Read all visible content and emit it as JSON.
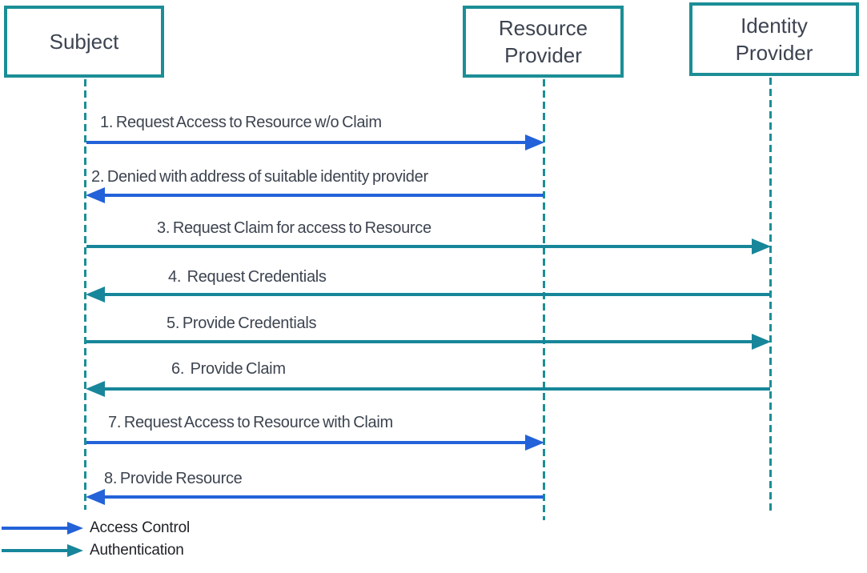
{
  "actors": [
    {
      "name": "Subject"
    },
    {
      "name": "Resource Provider"
    },
    {
      "name": "Identity Provider"
    }
  ],
  "messages": [
    {
      "label": "1. Request Access to Resource w/o Claim",
      "from": "Subject",
      "to": "Resource Provider",
      "category": "Access Control",
      "direction": "right"
    },
    {
      "label": "2. Denied with address of suitable identity provider",
      "from": "Resource Provider",
      "to": "Subject",
      "category": "Access Control",
      "direction": "left"
    },
    {
      "label": "3. Request Claim for access to Resource",
      "from": "Subject",
      "to": "Identity Provider",
      "category": "Authentication",
      "direction": "right"
    },
    {
      "label": "4.  Request Credentials",
      "from": "Identity Provider",
      "to": "Subject",
      "category": "Authentication",
      "direction": "left"
    },
    {
      "label": "5. Provide Credentials",
      "from": "Subject",
      "to": "Identity Provider",
      "category": "Authentication",
      "direction": "right"
    },
    {
      "label": "6.  Provide Claim",
      "from": "Identity Provider",
      "to": "Subject",
      "category": "Authentication",
      "direction": "left"
    },
    {
      "label": "7. Request Access to Resource with Claim",
      "from": "Subject",
      "to": "Resource Provider",
      "category": "Access Control",
      "direction": "right"
    },
    {
      "label": "8. Provide Resource",
      "from": "Resource Provider",
      "to": "Subject",
      "category": "Access Control",
      "direction": "left"
    }
  ],
  "legend": [
    {
      "label": "Access Control",
      "color": "#2362d8"
    },
    {
      "label": "Authentication",
      "color": "#17869a"
    }
  ],
  "colors": {
    "access_control": "#2362d8",
    "authentication": "#17869a",
    "actor_border": "#1b8e96",
    "label_text": "#3d4450",
    "legend_text": "#1d2025",
    "background": "#ffffff"
  }
}
